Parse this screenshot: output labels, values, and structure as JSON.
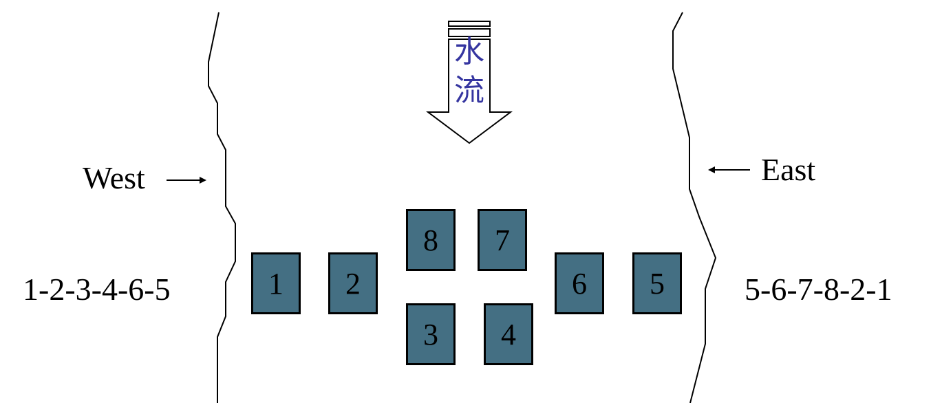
{
  "flow_label": "水流",
  "west": {
    "label": "West",
    "sequence": "1-2-3-4-6-5"
  },
  "east": {
    "label": "East",
    "sequence": "5-6-7-8-2-1"
  },
  "piers": [
    {
      "id": "1",
      "label": "1"
    },
    {
      "id": "2",
      "label": "2"
    },
    {
      "id": "8",
      "label": "8"
    },
    {
      "id": "7",
      "label": "7"
    },
    {
      "id": "3",
      "label": "3"
    },
    {
      "id": "4",
      "label": "4"
    },
    {
      "id": "6",
      "label": "6"
    },
    {
      "id": "5",
      "label": "5"
    }
  ],
  "colors": {
    "pier": "#446f83",
    "flow_text": "#3535a0"
  }
}
